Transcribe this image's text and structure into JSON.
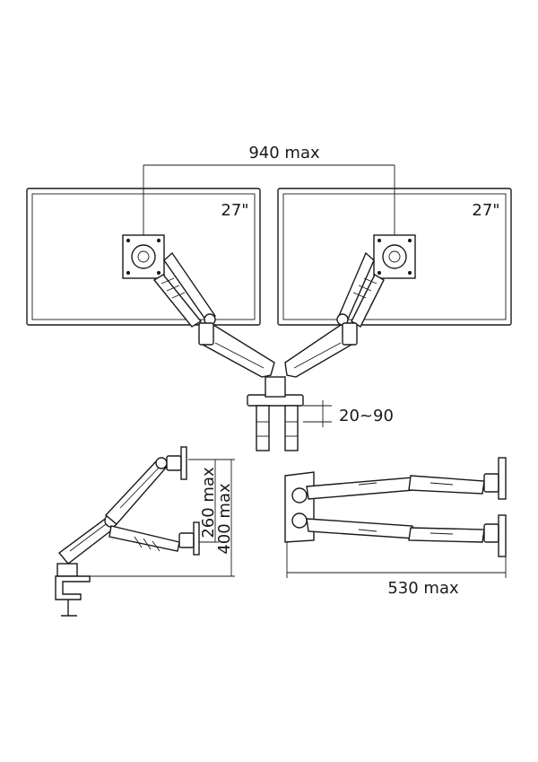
{
  "front_view": {
    "width_label": "940 max",
    "left_monitor_size": "27\"",
    "right_monitor_size": "27\"",
    "clamp_label": "20~90"
  },
  "side_view": {
    "height_label_inner": "260 max",
    "height_label_outer": "400 max"
  },
  "top_view": {
    "reach_label": "530 max"
  }
}
